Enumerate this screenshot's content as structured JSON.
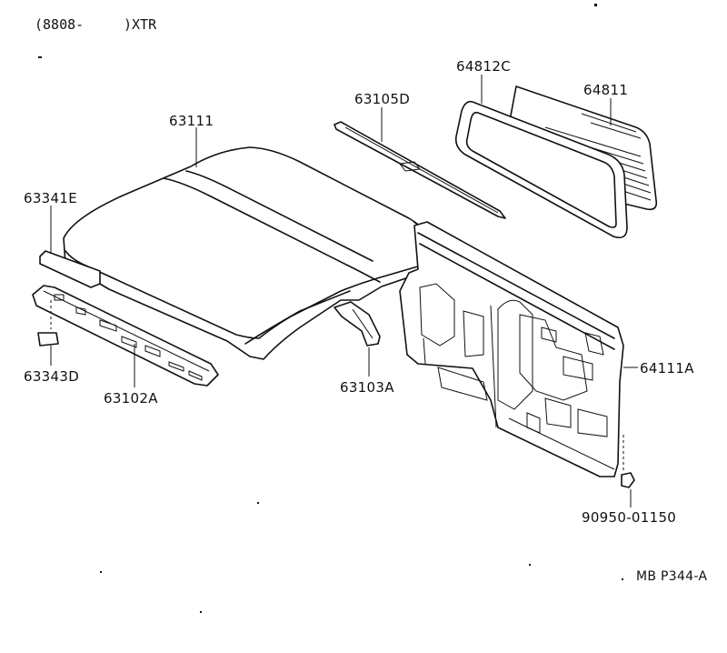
{
  "header": {
    "date_range": "(8808-",
    "model": ")XTR"
  },
  "parts": {
    "p64812C": "64812C",
    "p64811": "64811",
    "p63105D": "63105D",
    "p63111": "63111",
    "p63341E": "63341E",
    "p63343D": "63343D",
    "p63102A": "63102A",
    "p63103A": "63103A",
    "p64111A": "64111A",
    "p90950": "90950-01150"
  },
  "footer": {
    "drawing_code": "MB P344-A"
  }
}
